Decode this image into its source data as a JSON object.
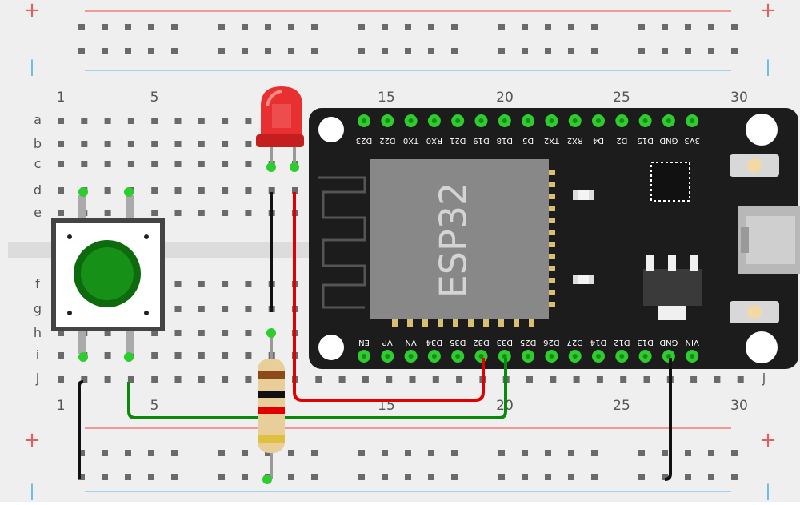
{
  "breadboard": {
    "column_numbers": [
      "1",
      "5",
      "15",
      "20",
      "25",
      "30"
    ],
    "row_letters_top": [
      "a",
      "b",
      "c",
      "d",
      "e"
    ],
    "row_letters_bottom": [
      "f",
      "g",
      "h",
      "i",
      "j"
    ],
    "rail_plus": "+",
    "rail_minus": "|"
  },
  "esp32": {
    "chip_label": "ESP32",
    "top_pins": [
      "D23",
      "D22",
      "TX0",
      "RX0",
      "D21",
      "D19",
      "D18",
      "D5",
      "TX2",
      "RX2",
      "D4",
      "D2",
      "D15",
      "GND",
      "3V3"
    ],
    "bottom_pins": [
      "EN",
      "VP",
      "VN",
      "D34",
      "D35",
      "D32",
      "D33",
      "D25",
      "D26",
      "D27",
      "D14",
      "D12",
      "D13",
      "GND",
      "VIN"
    ]
  },
  "colors": {
    "breadboard_bg": "#efefef",
    "hole": "#6a6a6a",
    "rail_red": "#f29a9a",
    "rail_blue": "#9fd3ee",
    "board": "#1c1c1c",
    "pin_green": "#2ecc2e",
    "wire_red": "#e00000",
    "wire_green": "#0a8a0a",
    "wire_black": "#111111",
    "button_green": "#138a13",
    "led_red": "#e83030"
  },
  "icons": [
    "push-button-icon",
    "led-icon",
    "resistor-icon",
    "usb-port-icon",
    "wifi-antenna-icon"
  ]
}
